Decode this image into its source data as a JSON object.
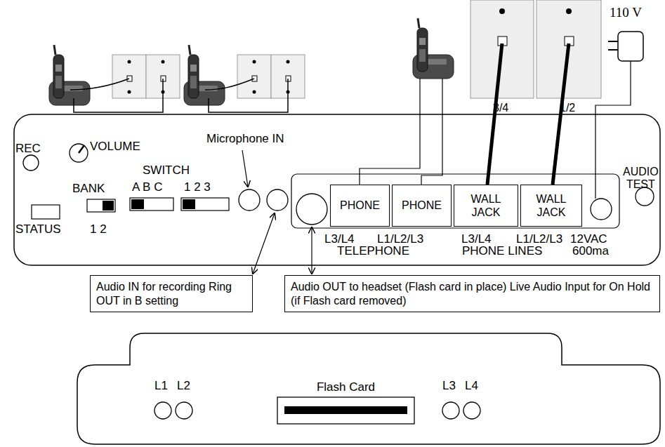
{
  "diagram": {
    "nodes": [
      {
        "text": [
          "PHONE"
        ]
      },
      {
        "text": [
          "PHONE"
        ]
      },
      {
        "text": [
          "WALL JACK"
        ]
      },
      {
        "text": [
          "WALL JACK"
        ]
      },
      {
        "text": [
          "Audio IN for recording Ring OUT in B setting"
        ]
      },
      {
        "text": [
          "Audio OUT to headset (Flash card in place) Live Audio Input for On Hold (if Flash card removed)"
        ]
      },
      {
        "text": [
          "Flash Card"
        ]
      }
    ],
    "labels": [
      "REC",
      "VOLUME",
      "Microphone IN",
      "SWITCH",
      "BANK",
      "A B C",
      "1 2 3",
      "STATUS",
      "1 2",
      "AUDIO TEST",
      "L3/L4",
      "L1/L2/L3",
      "L3/L4",
      "L1/L2/L3",
      "12VAC",
      "TELEPHONE",
      "PHONE LINES",
      "600ma",
      "3/4",
      "1/2",
      "110 V",
      "L1",
      "L2",
      "L3",
      "L4"
    ]
  }
}
